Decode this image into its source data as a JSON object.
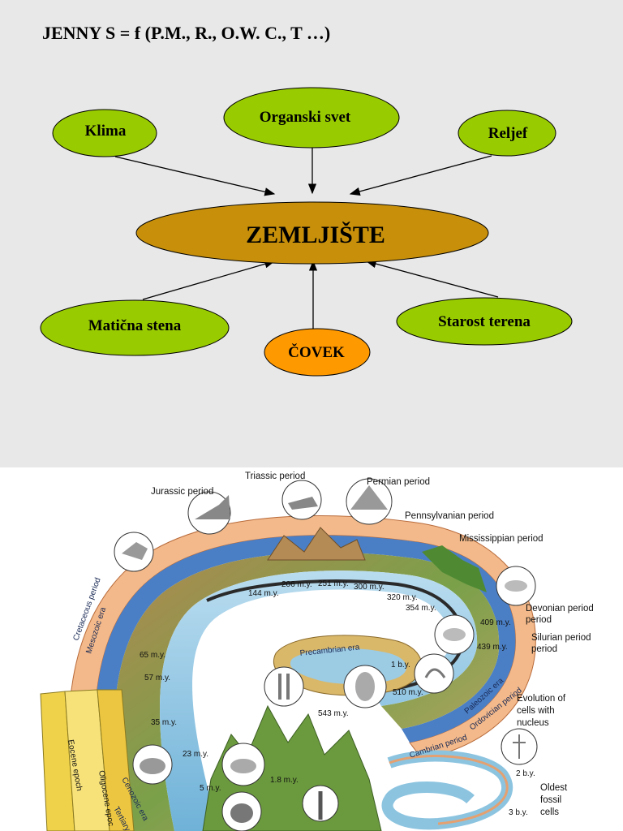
{
  "formula": "JENNY S = f (P.M., R., O.W. C., T …)",
  "diagram": {
    "center": {
      "label": "ZEMLJIŠTE",
      "color": "#c8900a"
    },
    "nodes": [
      {
        "id": "klima",
        "label": "Klima",
        "color": "#99cc00"
      },
      {
        "id": "organski",
        "label": "Organski svet",
        "color": "#99cc00"
      },
      {
        "id": "reljef",
        "label": "Reljef",
        "color": "#99cc00"
      },
      {
        "id": "maticna",
        "label": "Matična stena",
        "color": "#99cc00"
      },
      {
        "id": "covek",
        "label": "ČOVEK",
        "color": "#ff9900"
      },
      {
        "id": "starost",
        "label": "Starost terena",
        "color": "#99cc00"
      }
    ]
  },
  "geologic_spiral": {
    "periods": [
      "Triassic period",
      "Jurassic period",
      "Permian period",
      "Pennsylvanian period",
      "Mississippian period",
      "Devonian period",
      "Silurian period",
      "Ordovician period",
      "Cambrian period",
      "Cretaceous period",
      "Tertiary period"
    ],
    "eras": [
      "Mesozoic era",
      "Paleozoic era",
      "Cenozoic era",
      "Precambrian era"
    ],
    "epochs": [
      "Eocene epoch",
      "Oligocene epoc"
    ],
    "ages": [
      "144 m.y.",
      "206 m.y.",
      "251 m.y.",
      "300 m.y.",
      "320 m.y.",
      "354 m.y.",
      "409 m.y.",
      "439 m.y.",
      "1 b.y.",
      "510 m.y.",
      "543 m.y.",
      "65 m.y.",
      "57 m.y.",
      "35 m.y.",
      "23 m.y.",
      "5 m.y.",
      "1.8 m.y.",
      "2 b.y.",
      "3 b.y."
    ],
    "notes": [
      "Evolution of",
      "cells with",
      "nucleus",
      "Oldest",
      "fossil",
      "cells"
    ]
  }
}
